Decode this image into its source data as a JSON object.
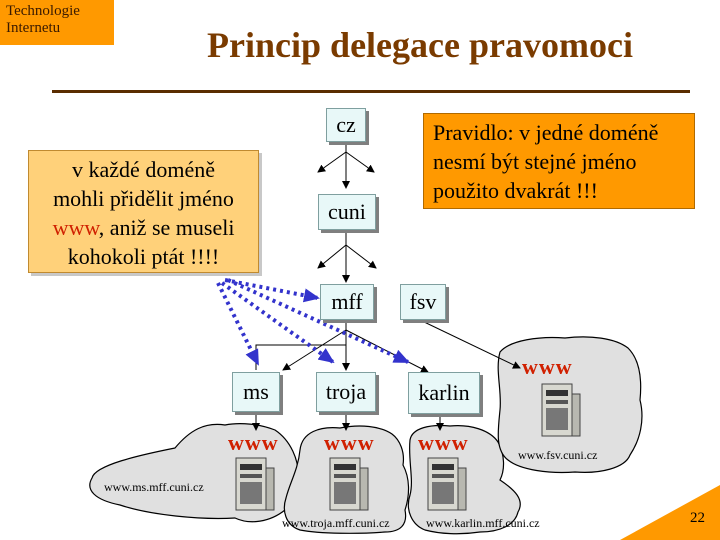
{
  "badge": {
    "line1": "Technologie",
    "line2": "Internetu"
  },
  "title": "Princip delegace pravomoci",
  "nodes": {
    "cz": "cz",
    "cuni": "cuni",
    "mff": "mff",
    "fsv": "fsv",
    "ms": "ms",
    "troja": "troja",
    "karlin": "karlin"
  },
  "callout_left": {
    "line1": "v každé doméně",
    "line2": "mohli přidělit jméno",
    "www": "www",
    "line3_rest": ", aniž se museli",
    "line4": "kohokoli ptát !!!!"
  },
  "callout_right": {
    "line1": "Pravidlo: v jedné doméně",
    "line2": "nesmí být stejné jméno",
    "line3": "použito dvakrát !!!"
  },
  "www_label": "www",
  "hosts": {
    "ms": "www.ms.mff.cuni.cz",
    "troja": "www.troja.mff.cuni.cz",
    "karlin": "www.karlin.mff.cuni.cz",
    "fsv": "www.fsv.cuni.cz"
  },
  "page_number": "22",
  "colors": {
    "accent": "#ff9900",
    "callout": "#ffd17a",
    "www": "#d02000",
    "arrow_dotted": "#3333cc",
    "title": "#7a3b00"
  }
}
